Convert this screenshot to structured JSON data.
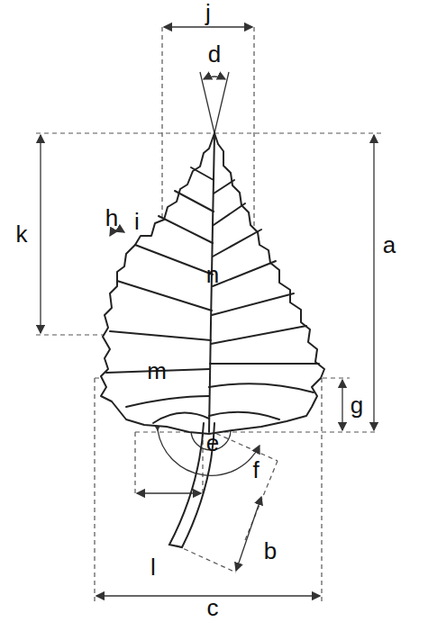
{
  "diagram": {
    "labels": [
      "j",
      "d",
      "k",
      "h",
      "i",
      "a",
      "n",
      "m",
      "g",
      "e",
      "f",
      "l",
      "b",
      "c"
    ]
  }
}
